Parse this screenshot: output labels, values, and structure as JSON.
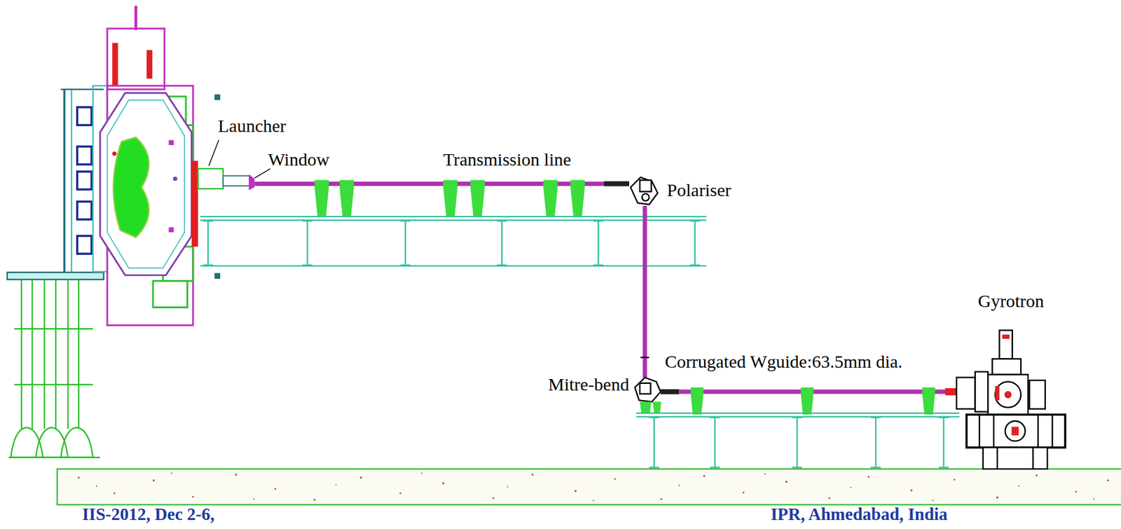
{
  "diagram": {
    "labels": [
      "Launcher",
      "Window",
      "Transmission line",
      "Polariser",
      "Gyrotron",
      "Corrugated Wguide:63.5mm dia.",
      "Mitre-bend",
      "IIS-2012, Dec 2-6,",
      "IPR, Ahmedabad, India"
    ]
  }
}
